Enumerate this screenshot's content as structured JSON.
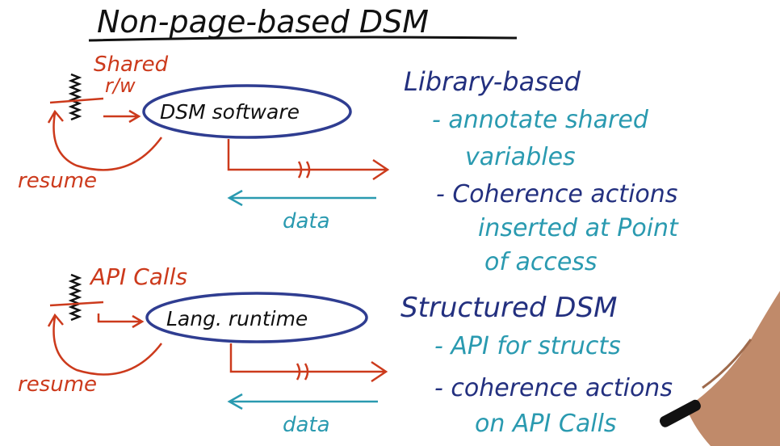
{
  "title": "Non-page-based DSM",
  "top_diagram": {
    "shared_label_line1": "Shared",
    "shared_label_line2": "r/w",
    "box_label": "DSM software",
    "resume_label": "resume",
    "data_label": "data"
  },
  "bottom_diagram": {
    "api_label": "API Calls",
    "box_label": "Lang. runtime",
    "resume_label": "resume",
    "data_label": "data"
  },
  "notes": {
    "library_heading": "Library-based",
    "library_point1_line1": "- annotate shared",
    "library_point1_line2": "variables",
    "library_point2_line1": "- Coherence actions",
    "library_point2_line2": "inserted at Point",
    "library_point2_line3": "of access",
    "structured_heading": "Structured DSM",
    "structured_point1": "- API for structs",
    "structured_point2_line1": "- coherence actions",
    "structured_point2_line2": "on API Calls"
  },
  "colors": {
    "ink_black": "#111111",
    "ink_red": "#cc3a1c",
    "ink_blue": "#2f3d91",
    "ink_teal": "#2a9ab0",
    "ink_navy": "#23307f",
    "skin": "#c08a6a"
  }
}
